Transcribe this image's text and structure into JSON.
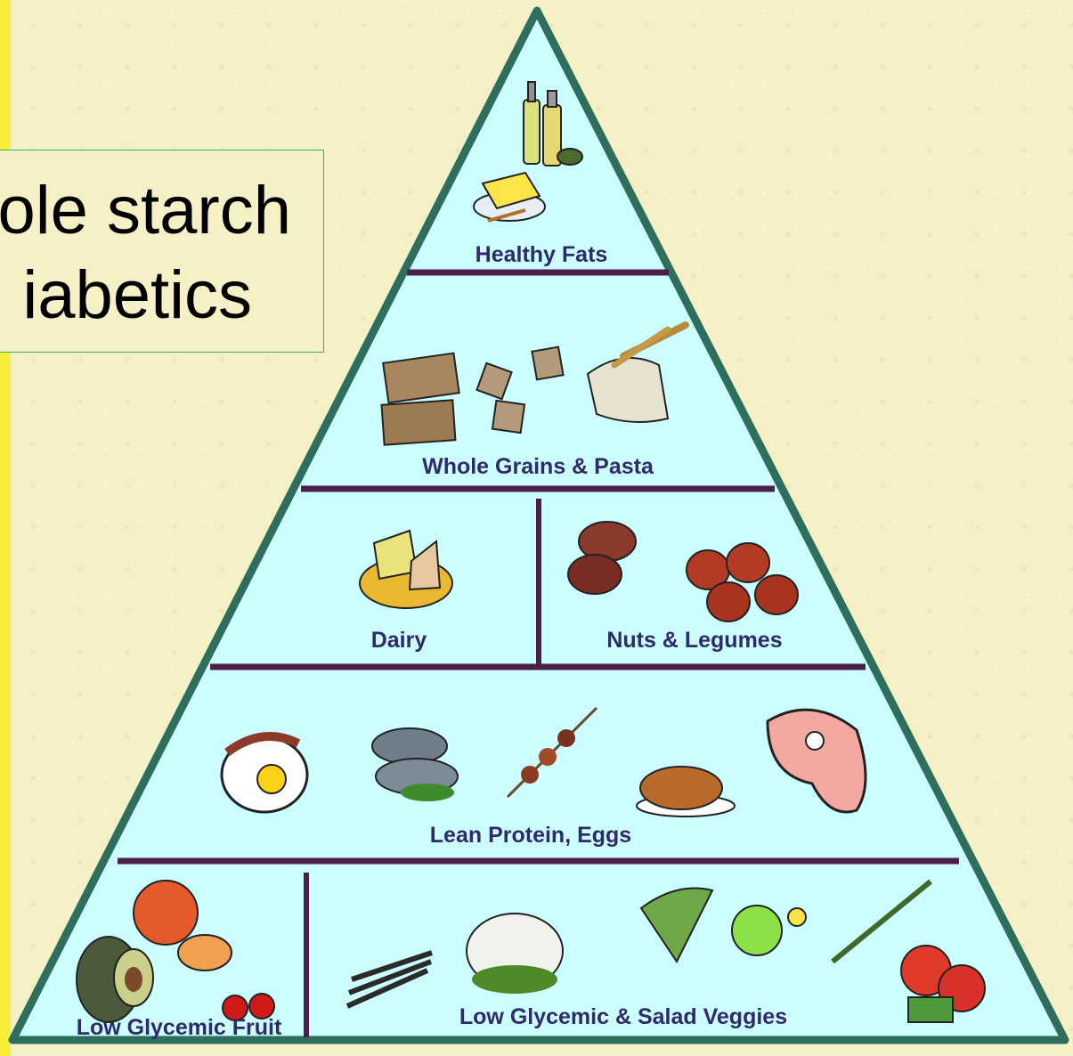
{
  "text_box": {
    "line1": "ole starch",
    "line2": "iabetics"
  },
  "pyramid": {
    "healthy_fats": "Healthy Fats",
    "whole_grains": "Whole Grains & Pasta",
    "dairy": "Dairy",
    "nuts_legumes": "Nuts & Legumes",
    "lean_protein": "Lean Protein, Eggs",
    "fruit": "Low Glycemic Fruit",
    "veggies": "Low Glycemic & Salad Veggies"
  },
  "colors": {
    "background": "#f5f0c6",
    "tier_fill": "#ccffff",
    "outline": "#2e6e5c",
    "divider": "#4a1f4a",
    "label": "#2f2a6a",
    "box_border": "#3fae5c"
  }
}
